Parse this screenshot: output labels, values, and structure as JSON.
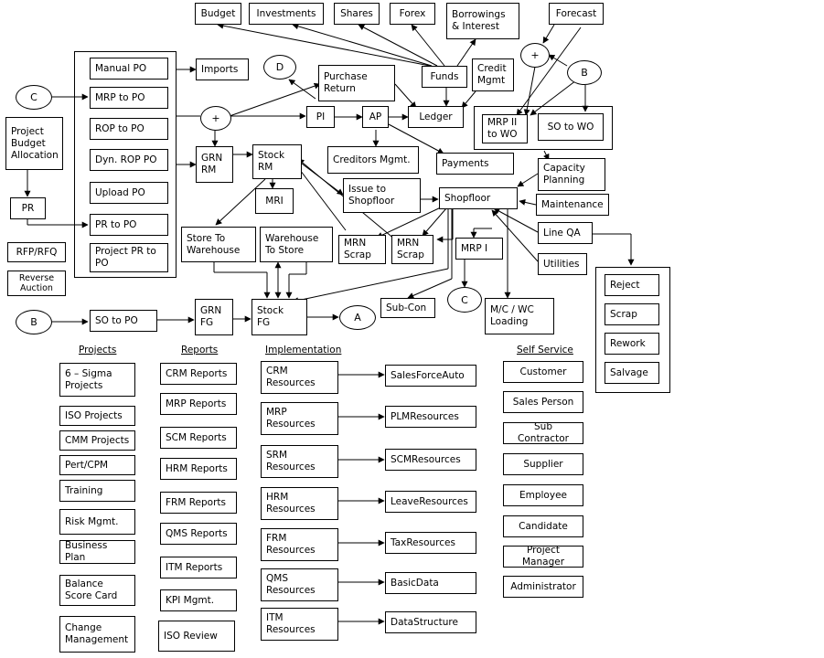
{
  "top": {
    "budget": "Budget",
    "investments": "Investments",
    "shares": "Shares",
    "forex": "Forex",
    "borrowings": "Borrowings\n& Interest",
    "forecast": "Forecast"
  },
  "purchase": {
    "manual_po": "Manual PO",
    "mrp_to_po": "MRP to PO",
    "rop_to_po": "ROP to PO",
    "dyn_rop_po": "Dyn. ROP PO",
    "upload_po": "Upload PO",
    "pr_to_po": "PR to PO",
    "project_pr_to_po": "Project PR to\nPO"
  },
  "left": {
    "project_budget": "Project\nBudget\nAllocation",
    "pr": "PR",
    "rfp_rfq": "RFP/RFQ",
    "reverse_auction": "Reverse\nAuction"
  },
  "finance": {
    "imports": "Imports",
    "purchase_return": "Purchase\nReturn",
    "funds": "Funds",
    "credit_mgmt": "Credit\nMgmt",
    "pi": "PI",
    "ap": "AP",
    "ledger": "Ledger",
    "creditors_mgmt": "Creditors Mgmt.",
    "payments": "Payments"
  },
  "planning": {
    "mrp2_to_wo": "MRP II\nto WO",
    "so_to_wo": "SO to WO",
    "capacity_planning": "Capacity\nPlanning",
    "maintenance": "Maintenance",
    "line_qa": "Line QA",
    "utilities": "Utilities"
  },
  "inventory": {
    "grn_rm": "GRN\nRM",
    "stock_rm": "Stock\nRM",
    "mri": "MRI",
    "issue_to_shopfloor": "Issue to\nShopfloor",
    "shopfloor": "Shopfloor",
    "store_to_warehouse": "Store To\nWarehouse",
    "warehouse_to_store": "Warehouse\nTo Store",
    "mrn_scrap": "MRN\nScrap",
    "mrp_i": "MRP I",
    "so_to_po": "SO to PO",
    "grn_fg": "GRN\nFG",
    "stock_fg": "Stock\nFG",
    "sub_con": "Sub-Con",
    "mc_wc_loading": "M/C / WC\nLoading"
  },
  "qa": {
    "reject": "Reject",
    "scrap": "Scrap",
    "rework": "Rework",
    "salvage": "Salvage"
  },
  "connectors": {
    "c": "C",
    "d": "D",
    "b": "B",
    "a": "A",
    "plus": "+"
  },
  "projects": {
    "heading": "Projects",
    "items": [
      "6 – Sigma\nProjects",
      "ISO Projects",
      "CMM Projects",
      "Pert/CPM",
      "Training",
      "Risk Mgmt.",
      "Business Plan",
      "Balance\nScore Card",
      "Change\nManagement"
    ]
  },
  "reports": {
    "heading": "Reports",
    "items": [
      "CRM Reports",
      "MRP Reports",
      "SCM Reports",
      "HRM Reports",
      "FRM Reports",
      "QMS Reports",
      "ITM Reports",
      "KPI Mgmt.",
      "ISO Review"
    ]
  },
  "implementation": {
    "heading": "Implementation",
    "modules": [
      "CRM\nResources",
      "MRP\nResources",
      "SRM\nResources",
      "HRM\nResources",
      "FRM\nResources",
      "QMS\nResources",
      "ITM\nResources"
    ],
    "targets": [
      "SalesForceAuto",
      "PLMResources",
      "SCMResources",
      "LeaveResources",
      "TaxResources",
      "BasicData",
      "DataStructure"
    ]
  },
  "self_service": {
    "heading": "Self Service",
    "items": [
      "Customer",
      "Sales Person",
      "Sub Contractor",
      "Supplier",
      "Employee",
      "Candidate",
      "Project Manager",
      "Administrator"
    ]
  }
}
